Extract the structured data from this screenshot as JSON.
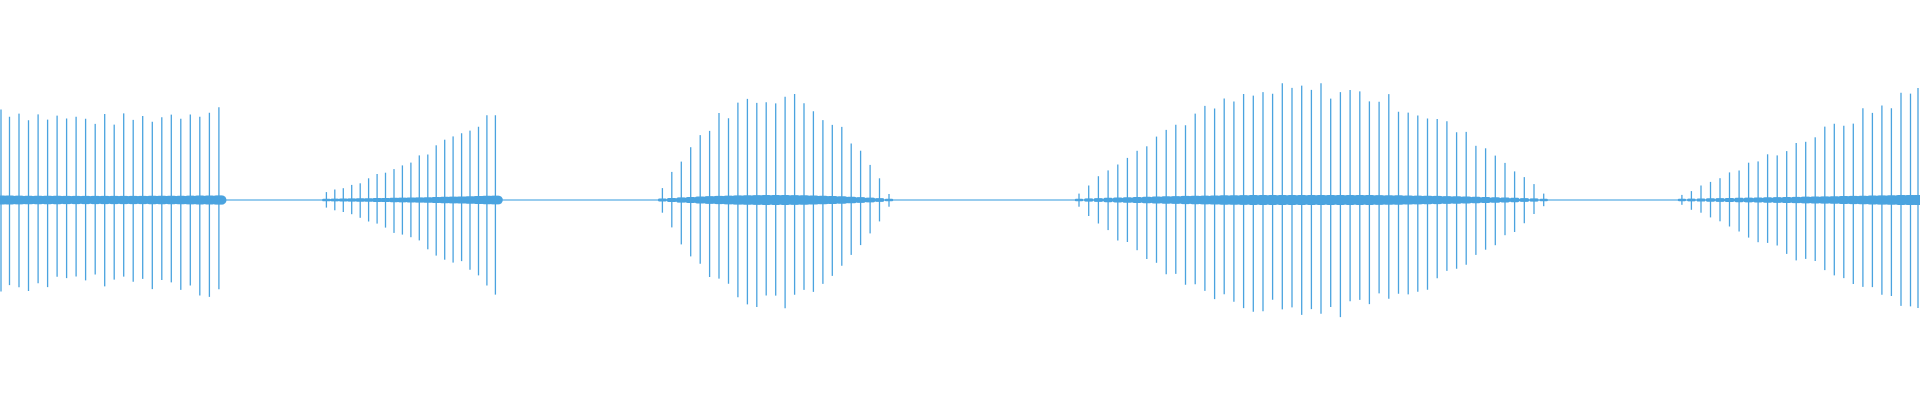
{
  "waveform": {
    "color": "#4aa3df",
    "baseline_color": "#5aaee3",
    "duration_fraction_start": 0.0,
    "duration_fraction_end": 1.0,
    "segments": [
      {
        "start": 0.0,
        "end": 0.114,
        "peak_start": 0.7,
        "peak_end": 0.72,
        "peak_mid": 0.62,
        "spacing": 0.005
      },
      {
        "start": 0.17,
        "end": 0.258,
        "peak_start": 0.06,
        "peak_end": 0.68,
        "peak_mid": 0.3,
        "spacing": 0.0045
      },
      {
        "start": 0.345,
        "end": 0.463,
        "peak_start": 0.1,
        "peak_end": 0.05,
        "peak_mid": 0.8,
        "spacing": 0.005
      },
      {
        "start": 0.562,
        "end": 0.804,
        "peak_start": 0.05,
        "peak_end": 0.05,
        "peak_mid": 0.85,
        "spacing": 0.005
      },
      {
        "start": 0.876,
        "end": 1.0,
        "peak_start": 0.04,
        "peak_end": 0.85,
        "peak_mid": 0.45,
        "spacing": 0.005
      }
    ]
  }
}
